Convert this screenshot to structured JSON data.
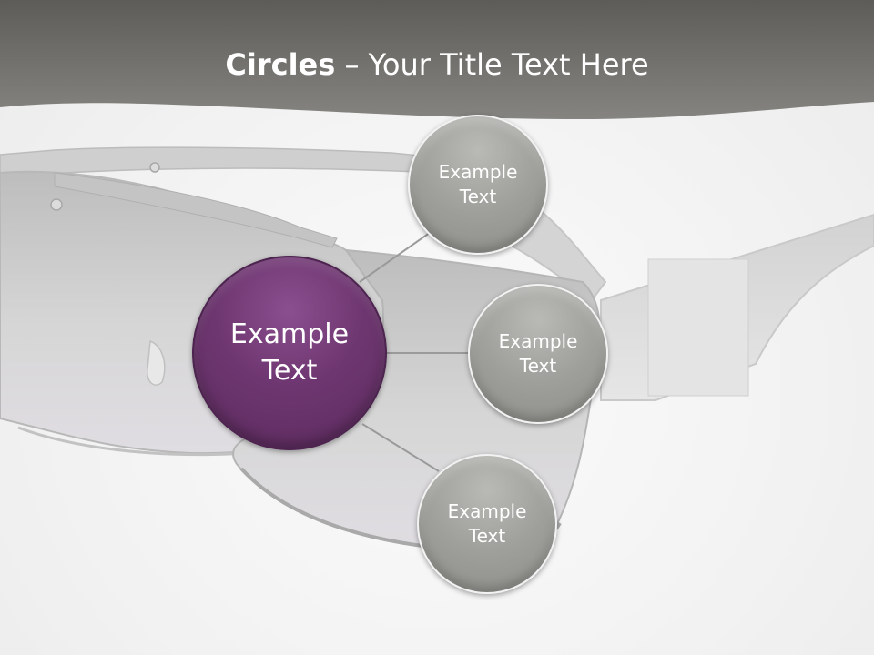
{
  "slide": {
    "title_bold": "Circles",
    "title_rest": " – Your Title Text Here"
  },
  "circles": {
    "main": "Example Text",
    "top": "Example Text",
    "middle": "Example Text",
    "bottom": "Example Text"
  },
  "colors": {
    "header": "#6f6e6a",
    "main_circle": "#6e3670",
    "small_circle": "#a3a39f",
    "connector": "#9a9a9a"
  }
}
